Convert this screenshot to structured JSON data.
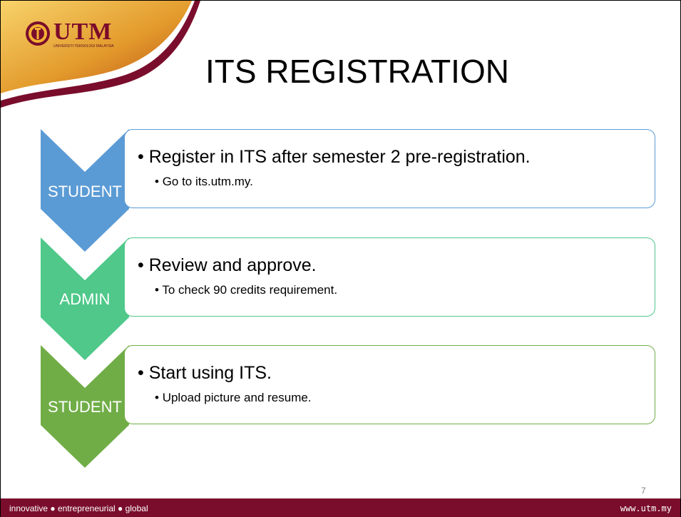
{
  "header": {
    "logo": {
      "wordmark": "UTM",
      "subtitle": "UNIVERSITI TEKNOLOGI MALAYSIA"
    },
    "title": "ITS REGISTRATION"
  },
  "steps": [
    {
      "actor": "STUDENT",
      "main": "Register in ITS after semester 2 pre-registration.",
      "sub": "Go to its.utm.my.",
      "color": "#5b9bd5"
    },
    {
      "actor": "ADMIN",
      "main": "Review and approve.",
      "sub": "To check 90 credits requirement.",
      "color": "#4fc88a"
    },
    {
      "actor": "STUDENT",
      "main": "Start using ITS.",
      "sub": "Upload picture and resume.",
      "color": "#70ad47"
    }
  ],
  "footer": {
    "tagline": "innovative ● entrepreneurial ● global",
    "url": "www.utm.my",
    "page_number": "7",
    "bar_color": "#7a0d2c"
  }
}
